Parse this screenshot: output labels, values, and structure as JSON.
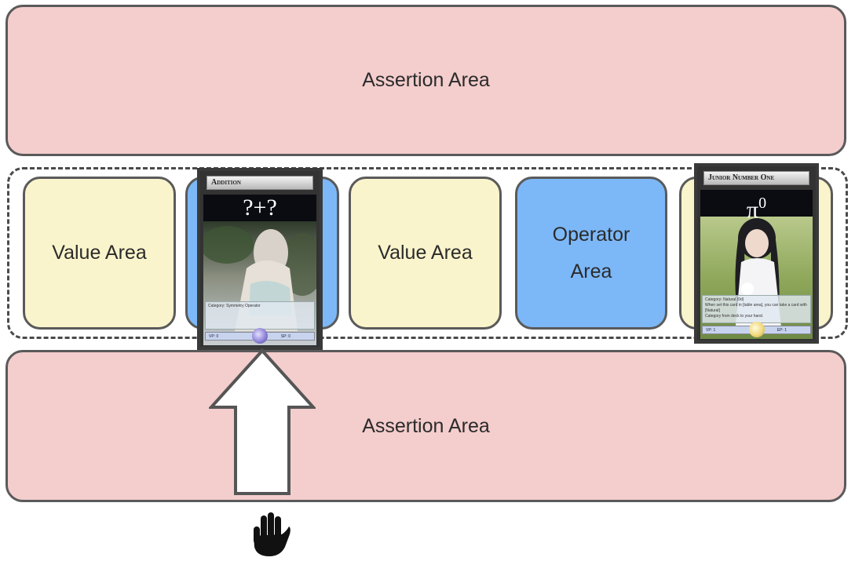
{
  "assertion_areas": {
    "top_label": "Assertion Area",
    "bottom_label": "Assertion Area"
  },
  "middle_row": {
    "slot_1": "Value Area",
    "slot_3": "Value Area",
    "slot_4": "Operator Area"
  },
  "cards": {
    "addition": {
      "title": "Addition",
      "formula": "?+?",
      "text": "Category: Symmetry Operator",
      "stat_left": "VP: 0",
      "stat_right": "SP: 0"
    },
    "junior": {
      "title": "Junior Number One",
      "formula_base": "π",
      "formula_exp": "0",
      "text_line1": "Category: Natural (0d)",
      "text_line2": "When set this card in [table area], you can take a card with [Natural]",
      "text_line3": "Category from deck to your hand.",
      "stat_left": "VP: 1",
      "stat_right": "EP: 1"
    }
  },
  "gesture": {
    "icon": "hand-stop-icon",
    "arrow": "up-arrow"
  },
  "colors": {
    "assertion_fill": "#f4cdcd",
    "value_fill": "#faf4cc",
    "operator_fill": "#7cb8f8",
    "border": "#5a5a5a"
  }
}
